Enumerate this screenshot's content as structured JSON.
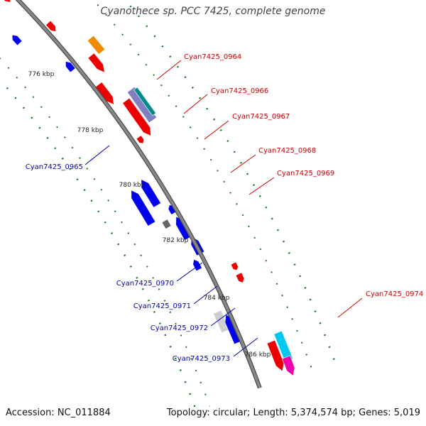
{
  "title": "Cyanothece sp. PCC 7425, complete genome",
  "accession_text": "Accession: NC_011884",
  "topology_text": "Topology: circular; Length: 5,374,574 bp; Genes: 5,019",
  "colors": {
    "backbone": "#888888",
    "tick_dots": "#1e7a1e",
    "forward_gene": "#ee0000",
    "reverse_gene": "#0000ee",
    "label_forward": "#cc0000",
    "label_reverse": "#0000aa",
    "orange_gene": "#f08a00",
    "gray_gene": "#666666",
    "pink_gene": "#f08c8c",
    "silver_gene": "#cfcfcf",
    "cyan_gene": "#00c8f0",
    "magenta_gene": "#ee00aa",
    "purple_gene": "#8080c0",
    "teal_gene": "#008c8c"
  },
  "scale_labels": [
    "776 kbp",
    "778 kbp",
    "780 kbp",
    "782 kbp",
    "784 kbp",
    "786 kbp"
  ],
  "forward_labels": [
    "Cyan7425_0964",
    "Cyan7425_0966",
    "Cyan7425_0967",
    "Cyan7425_0968",
    "Cyan7425_0969",
    "Cyan7425_0974"
  ],
  "reverse_labels": [
    "Cyan7425_0965",
    "Cyan7425_0970",
    "Cyan7425_0971",
    "Cyan7425_0972",
    "Cyan7425_0973"
  ]
}
